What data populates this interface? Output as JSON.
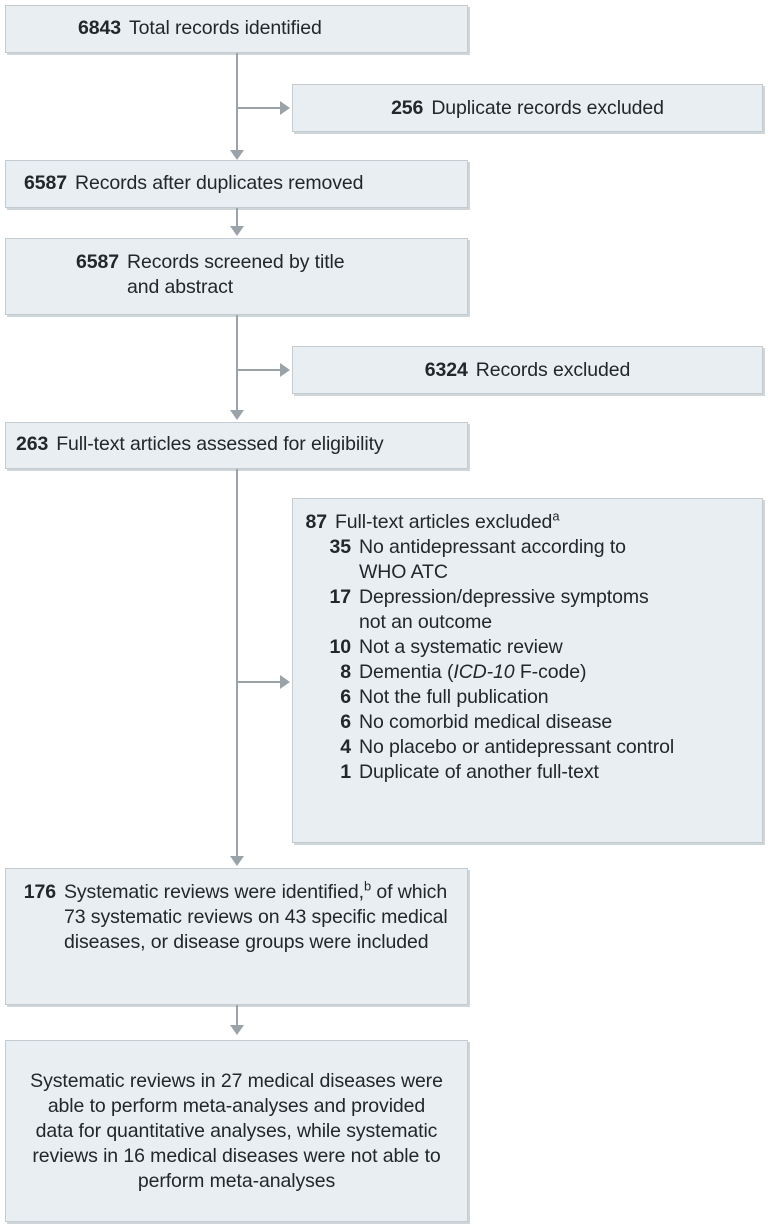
{
  "chart_data": {
    "type": "diagram",
    "title": "PRISMA study selection flow diagram",
    "nodes": [
      {
        "id": "total",
        "count": "6843",
        "label": "Total records identified"
      },
      {
        "id": "duplicate",
        "count": "256",
        "label": "Duplicate records excluded"
      },
      {
        "id": "after_dup",
        "count": "6587",
        "label": "Records after duplicates removed"
      },
      {
        "id": "screened",
        "count": "6587",
        "label": "Records screened by title and abstract"
      },
      {
        "id": "excluded",
        "count": "6324",
        "label": "Records excluded"
      },
      {
        "id": "fulltext",
        "count": "263",
        "label": "Full-text articles assessed for eligibility"
      },
      {
        "id": "exclusions",
        "count": "87",
        "label": "Full-text articles excluded"
      },
      {
        "id": "identified",
        "count": "176",
        "label": "Systematic reviews were identified, of which 73 systematic reviews on 43 specific medical diseases, or disease groups were included"
      },
      {
        "id": "final",
        "count": "",
        "label": "Systematic reviews in 27 medical diseases were able to perform meta-analyses and provided data for quantitative analyses, while systematic reviews in 16 medical diseases were not able to perform meta-analyses"
      }
    ]
  },
  "boxes": {
    "total": {
      "count": "6843",
      "label": "Total records identified"
    },
    "duplicate": {
      "count": "256",
      "label": "Duplicate records excluded"
    },
    "after_duplicates": {
      "count": "6587",
      "label": "Records after duplicates removed"
    },
    "screened": {
      "count": "6587",
      "label_line1": "Records screened by title",
      "label_line2": "and abstract"
    },
    "records_excluded": {
      "count": "6324",
      "label": "Records excluded"
    },
    "fulltext_assessed": {
      "count": "263",
      "label": "Full-text articles assessed for eligibility"
    },
    "exclusions": {
      "header": {
        "count": "87",
        "label": "Full-text articles excluded",
        "footnote": "a"
      },
      "items": [
        {
          "count": "35",
          "label_line1": "No antidepressant according to",
          "label_line2": "WHO ATC"
        },
        {
          "count": "17",
          "label_line1": "Depression/depressive symptoms",
          "label_line2": "not an outcome"
        },
        {
          "count": "10",
          "label_line1": "Not a systematic review",
          "label_line2": ""
        },
        {
          "count": "8",
          "label_pre": "Dementia (",
          "label_italic": "ICD-10",
          "label_post": " F-code)"
        },
        {
          "count": "6",
          "label_line1": "Not the full publication",
          "label_line2": ""
        },
        {
          "count": "6",
          "label_line1": "No comorbid medical disease",
          "label_line2": ""
        },
        {
          "count": "4",
          "label_line1": "No placebo or antidepressant control",
          "label_line2": ""
        },
        {
          "count": "1",
          "label_line1": "Duplicate of another full-text",
          "label_line2": ""
        }
      ]
    },
    "identified": {
      "count": "176",
      "label_pre": "Systematic reviews were identified,",
      "footnote": "b",
      "label_post": " of which 73 systematic reviews on 43 specific medical diseases, or disease groups were included"
    },
    "final": {
      "label": "Systematic reviews in 27 medical diseases were able to perform meta-analyses and provided data for quantitative analyses, while systematic reviews in 16 medical diseases were not able to perform meta-analyses"
    }
  },
  "colors": {
    "box_fill": "#e8eef2",
    "box_border": "#c4ccd1",
    "connector": "#9aa3a9",
    "text": "#23272a"
  }
}
